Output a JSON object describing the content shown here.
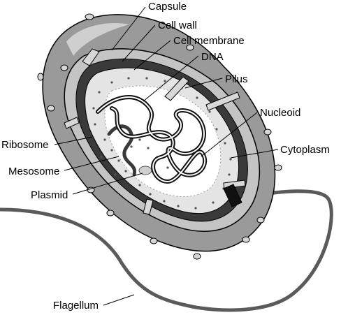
{
  "labels": {
    "capsule": "Capsule",
    "cell_wall": "Cell wall",
    "cell_membrane": "Cell membrane",
    "dna": "DNA",
    "pilus": "Pilus",
    "nucleoid": "Nucleoid",
    "cytoplasm": "Cytoplasm",
    "ribosome": "Ribosome",
    "mesosome": "Mesosome",
    "plasmid": "Plasmid",
    "flagellum": "Flagellum"
  },
  "colors": {
    "capsule": "#9a9a9a",
    "cell_wall": "#c4c4c4",
    "cell_membrane": "#3a3a3a",
    "cytoplasm": "#e4e4e4",
    "nucleoid_area": "#ffffff",
    "flagellum": "#5a5a5a"
  }
}
